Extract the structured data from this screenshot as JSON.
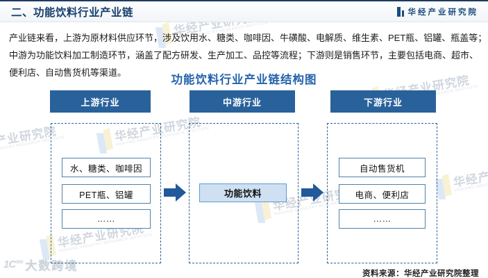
{
  "header": {
    "title": "二、功能饮料行业产业链",
    "brand": "华经产业研究院"
  },
  "intro_lines": [
    "产业链来看，上游为原材料供应环节，涉及饮用水、糖类、咖啡因、牛磺酸、电解质、维生素、PET瓶、铝罐、瓶盖等；",
    "中游为功能饮料加工制造环节，涵盖了配方研发、生产加工、品控等流程；下游则是销售环节，主要包括电商、超市、",
    "便利店、自动售货机等渠道。"
  ],
  "diagram": {
    "title": "功能饮料行业产业链结构图",
    "columns": [
      {
        "header": "上游行业",
        "items": [
          "水、糖类、咖啡因",
          "PET瓶、铝罐",
          "……"
        ]
      },
      {
        "header": "中游行业",
        "items": [
          "功能饮料"
        ]
      },
      {
        "header": "下游行业",
        "items": [
          "自动售货机",
          "电商、便利店",
          "……"
        ]
      }
    ]
  },
  "source": "资料来源：华经产业研究院整理",
  "watermark": {
    "text": "华经产业研究院",
    "subtext": "HUAJING INDUSTRY RESEARCH INSTITUTE",
    "brand_mark": "1C°°",
    "brand_text": "大数跨境"
  },
  "colors": {
    "accent_navy": "#17406d",
    "diagram_blue": "#29619b",
    "dashed_blue": "#2a6299",
    "node_border": "#4f81a8",
    "mid_fill": "#cfe0f2",
    "mid_border": "#5b9bd5",
    "arrow_blue": "#21599a",
    "title_blue": "#2563ac",
    "watermark_gray": "#c9d0da"
  }
}
